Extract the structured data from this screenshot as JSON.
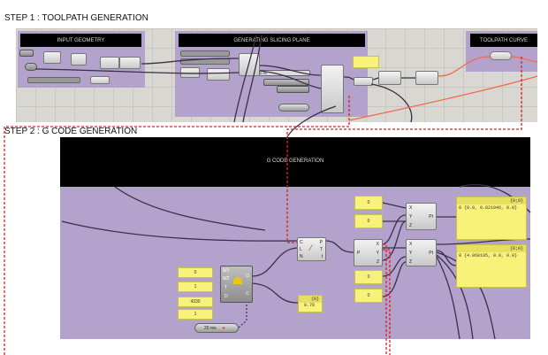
{
  "step1": {
    "title": "STEP 1 : TOOLPATH GENERATION",
    "groups": {
      "input": "INPUT GEOMETRY",
      "slicing": "GENERATING SLICING PLANE",
      "toolpath": "TOOLPATH CURVE"
    },
    "slider_value": "0.05"
  },
  "step2": {
    "title": "STEP 2 : G CODE GENERATION",
    "group": "G CODE GENERATION",
    "sliders": [
      "0",
      "1",
      "4330",
      "1"
    ],
    "graph_inputs": [
      "W1",
      "W2",
      "T",
      "D"
    ],
    "graph_outputs": [
      "O",
      "C"
    ],
    "timer": "20 ms",
    "eval_inputs": [
      "C",
      "L",
      "N"
    ],
    "eval_outputs": [
      "P",
      "T",
      "t"
    ],
    "small_panel": {
      "path": "{0}",
      "value": "0.78"
    },
    "deconstruct": {
      "input": "P",
      "outputs": [
        "X",
        "Y",
        "Z"
      ]
    },
    "constants_top": [
      "0",
      "0"
    ],
    "constants_bottom": [
      "0",
      "0"
    ],
    "vector": {
      "inputs": [
        "X",
        "Y",
        "Z"
      ],
      "output": "Pt"
    },
    "panels": [
      {
        "path": "{0;0}",
        "value": "0 {0.0, 0.821046, 0.0}"
      },
      {
        "path": "{0;0}",
        "value": "0 {4.068195, 0.0, 0.0}"
      }
    ]
  },
  "colors": {
    "group": "#b3a3cc",
    "panel": "#f8f27a",
    "link": "#e02020",
    "wire": "#3a2e4a",
    "curve": "#f06a50"
  }
}
